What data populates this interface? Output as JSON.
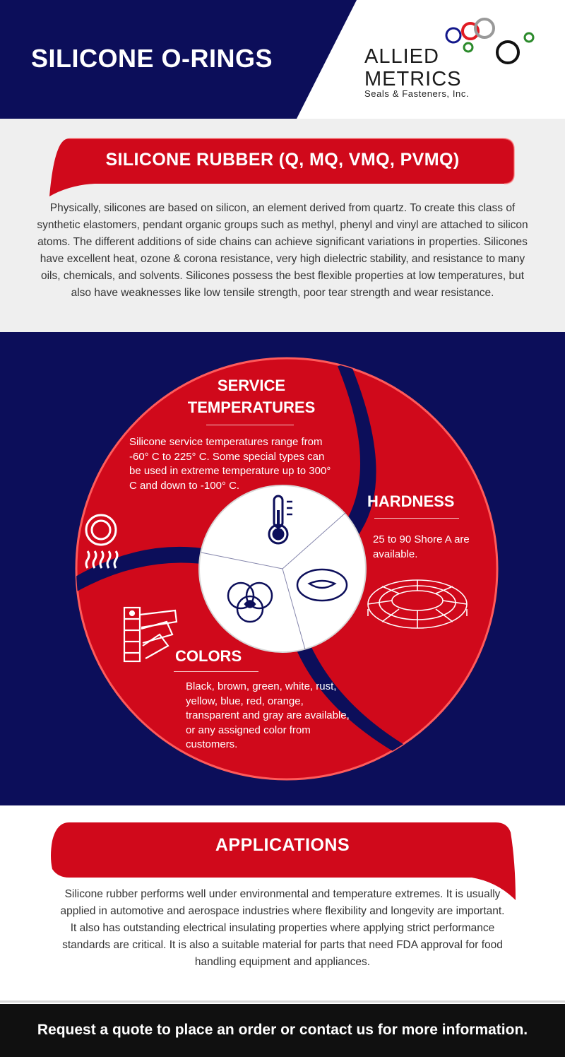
{
  "header": {
    "title": "SILICONE O-RINGS",
    "logo": {
      "line1": "ALLIED",
      "line2": "METRICS",
      "sub": "Seals & Fasteners, Inc."
    }
  },
  "intro": {
    "heading": "SILICONE RUBBER (Q, MQ, VMQ, PVMQ)",
    "body": "Physically, silicones are based on silicon, an element derived from quartz. To create this class of synthetic elastomers, pendant organic groups such as methyl, phenyl and vinyl are attached to silicon atoms. The different additions of side chains can achieve significant variations in properties. Silicones have excellent heat, ozone & corona resistance, very high dielectric stability, and resistance to many oils, chemicals, and solvents. Silicones possess the best flexible properties at low temperatures, but also have weaknesses like low tensile strength, poor tear strength and wear resistance."
  },
  "properties": {
    "service": {
      "title_line1": "SERVICE",
      "title_line2": "TEMPERATURES",
      "text": "Silicone service temperatures range from -60° C to 225° C. Some special types can be used in extreme temperature up to 300° C and down to -100° C."
    },
    "hardness": {
      "title": "HARDNESS",
      "text": "25 to 90 Shore A are available."
    },
    "colors": {
      "title": "COLORS",
      "text": "Black, brown, green, white, rust, yellow, blue, red, orange, transparent and gray are available, or any assigned color from customers."
    }
  },
  "applications": {
    "heading": "APPLICATIONS",
    "body": "Silicone rubber performs well under environmental and temperature extremes. It is usually applied in automotive and aerospace industries where flexibility and longevity are important. It also has outstanding electrical insulating properties where applying strict performance standards are critical. It is also a suitable material for parts that need FDA approval for food handling equipment and appliances."
  },
  "footer": {
    "cta": "Request a quote to place an order or contact us for more information."
  },
  "icons": [
    "rings-heat-icon",
    "thermometer-icon",
    "o-ring-icon",
    "overlapping-circles-icon",
    "color-swatch-icon",
    "o-ring-wireframe-icon"
  ],
  "colors": {
    "navy": "#0c0e5a",
    "red": "#d0091b",
    "light_gray": "#efefef",
    "footer": "#101010"
  }
}
